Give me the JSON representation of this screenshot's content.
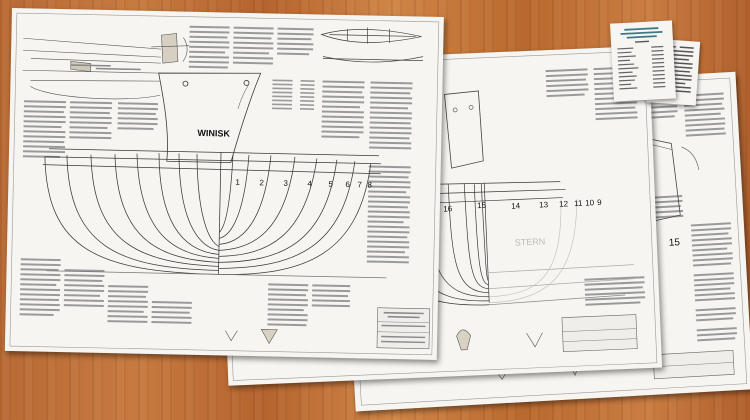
{
  "front_sheet": {
    "boat_name": "WINISK",
    "stations": [
      "1",
      "2",
      "3",
      "4",
      "5",
      "6",
      "7",
      "8"
    ]
  },
  "middle_sheet": {
    "stations": [
      "16",
      "15",
      "14",
      "13",
      "12",
      "11",
      "10",
      "9"
    ],
    "stern_label": "STERN"
  },
  "back_sheet": {
    "station": "15"
  },
  "colors": {
    "wood": "#c07038",
    "paper": "#f6f5f1",
    "line": "#3a3a3a",
    "text_block": "#8a8a8a"
  }
}
